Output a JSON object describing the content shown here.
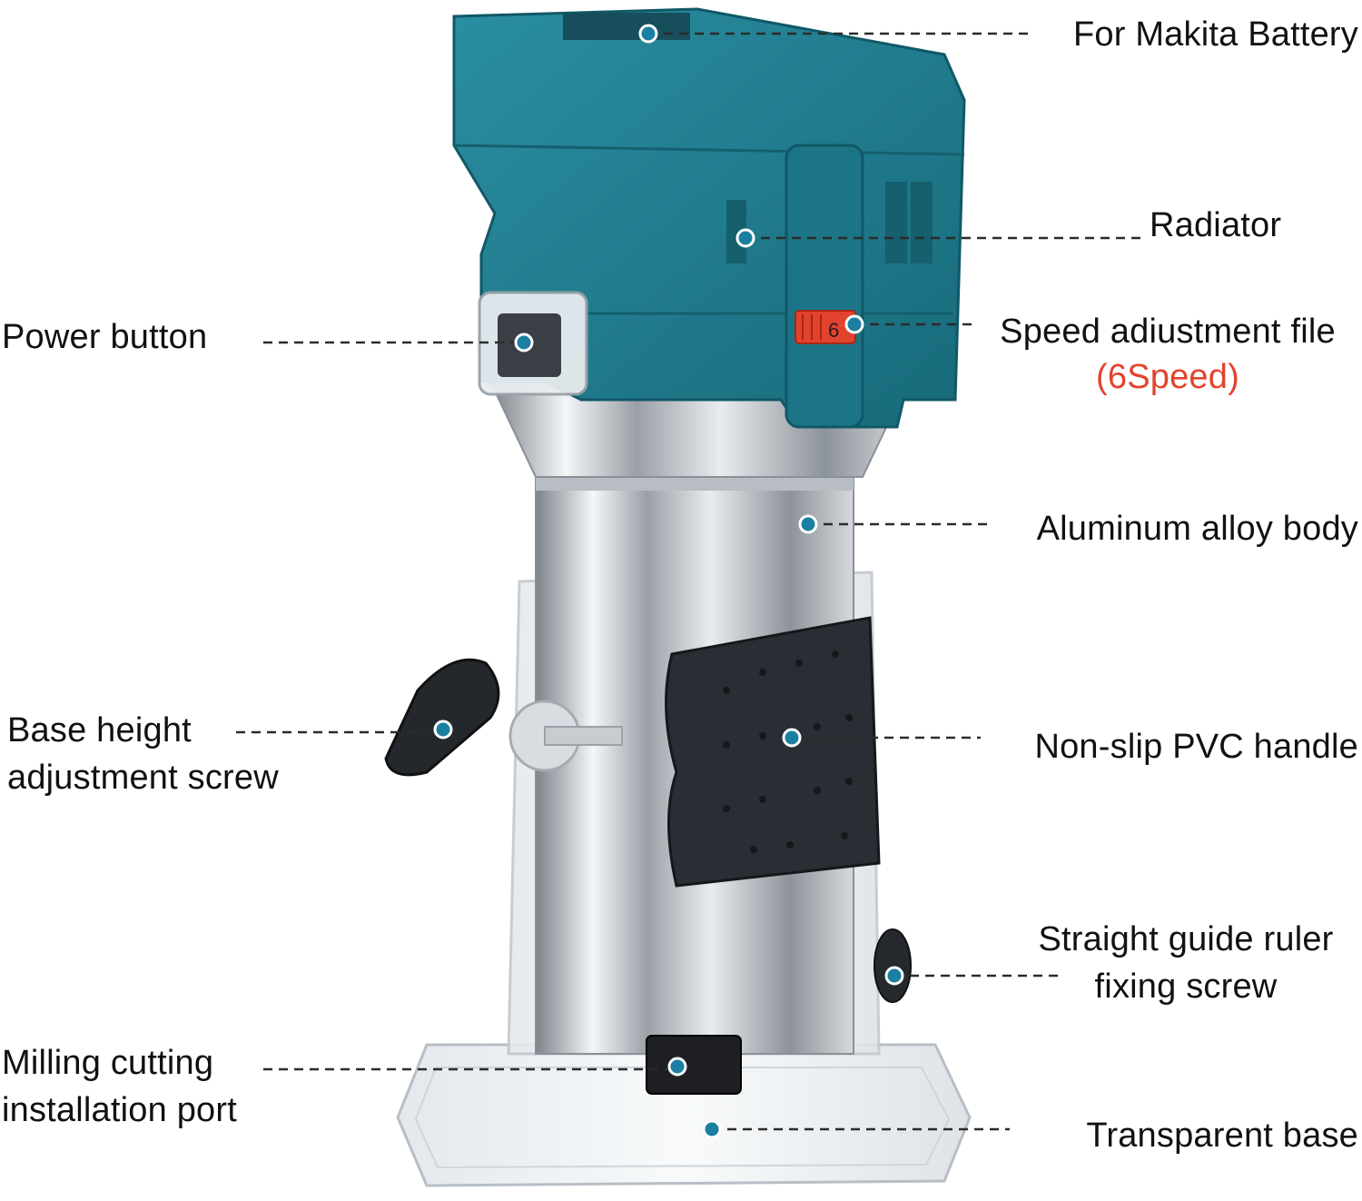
{
  "colors": {
    "battery_housing": "#1e7d8f",
    "accent_red": "#e2432e",
    "marker_dot": "#1a7fa0",
    "handle": "#2a2d33",
    "body_metal": "#c9cdd2"
  },
  "callouts": {
    "battery": "For Makita Battery",
    "radiator": "Radiator",
    "speed_line1": "Speed adiustment file",
    "speed_line2": "(6Speed)",
    "body": "Aluminum alloy body",
    "handle": "Non-slip PVC handle",
    "guide_line1": "Straight guide ruler",
    "guide_line2": "fixing screw",
    "base": "Transparent base",
    "power": "Power button",
    "height_line1": "Base height",
    "height_line2": "adjustment screw",
    "milling_line1": "Milling cutting",
    "milling_line2": "installation port"
  },
  "speed_dial_value": "6"
}
